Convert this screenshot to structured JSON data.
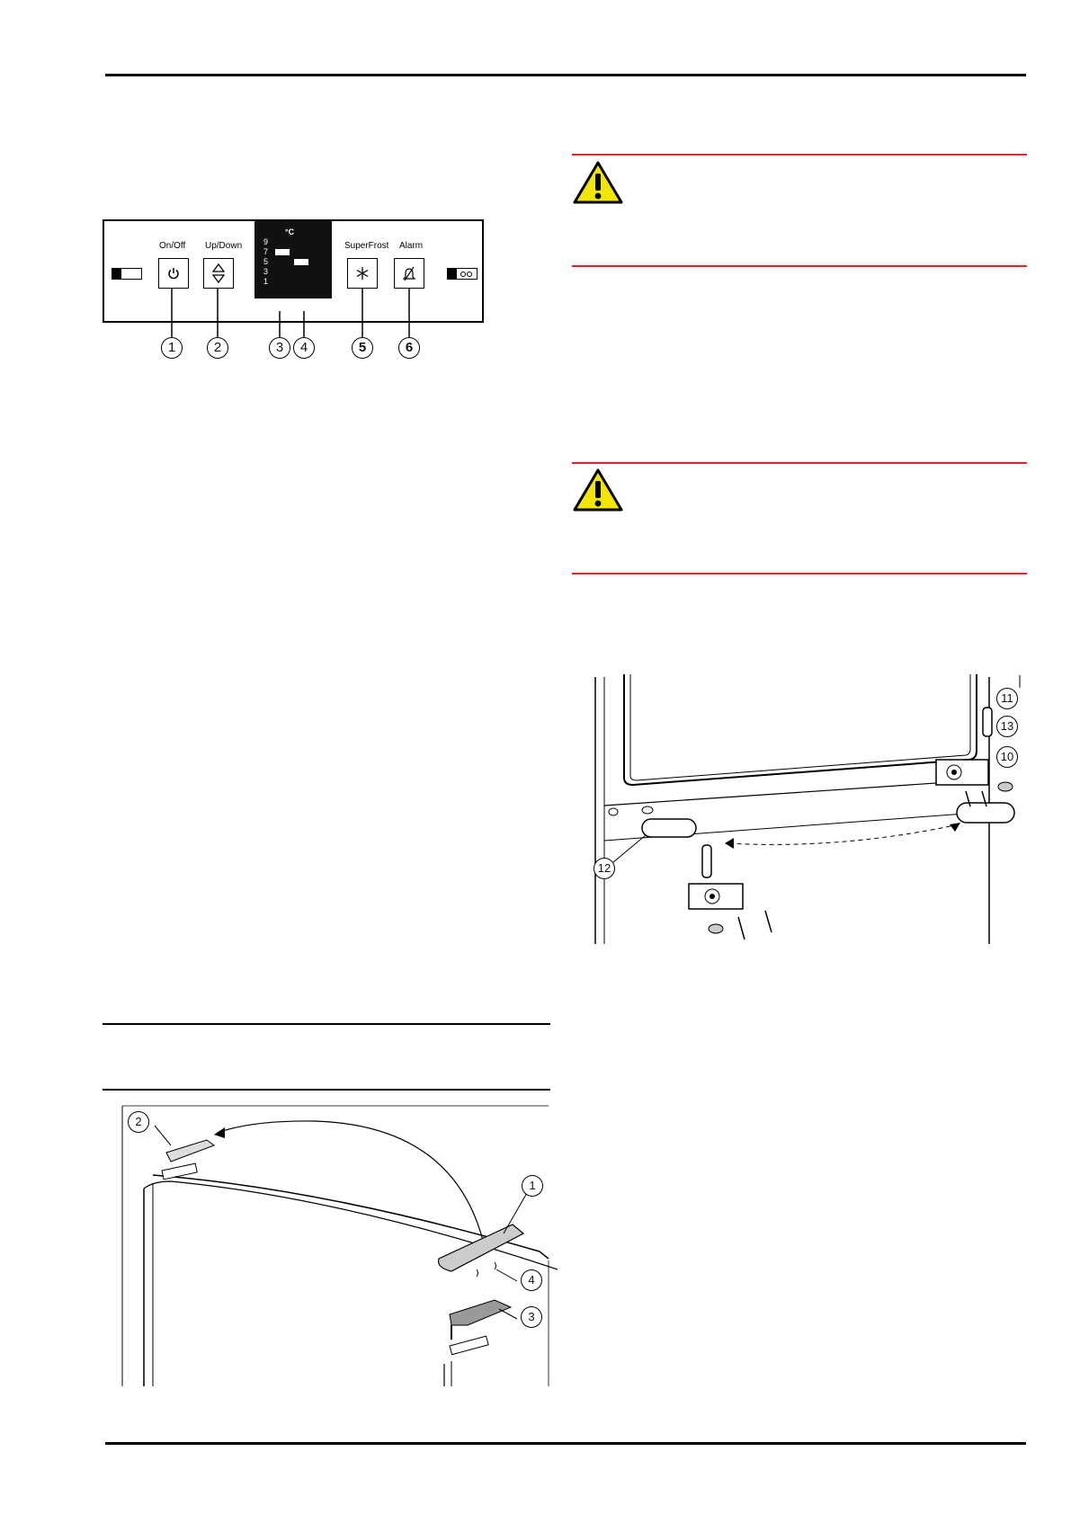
{
  "control_panel": {
    "on_off_label": "On/Off",
    "up_down_label": "Up/Down",
    "superfrost_label": "SuperFrost",
    "alarm_label": "Alarm",
    "degree_label": "°C",
    "scale": [
      "9",
      "7",
      "5",
      "3",
      "1"
    ],
    "callouts": [
      "1",
      "2",
      "3",
      "4",
      "5",
      "6"
    ]
  },
  "door_illustration": {
    "callouts": [
      "11",
      "13",
      "10",
      "12"
    ]
  },
  "top_illustration": {
    "callouts": [
      "2",
      "1",
      "4",
      "3"
    ]
  },
  "colors": {
    "warning_rule": "#e2222a",
    "warning_fill": "#f2e600",
    "display_bg": "#111111"
  },
  "icons": {
    "warning": "warning-triangle-icon",
    "power": "power-icon",
    "up_down": "up-down-arrows-icon",
    "superfrost": "snowflake-icon",
    "alarm": "alarm-mute-icon"
  }
}
